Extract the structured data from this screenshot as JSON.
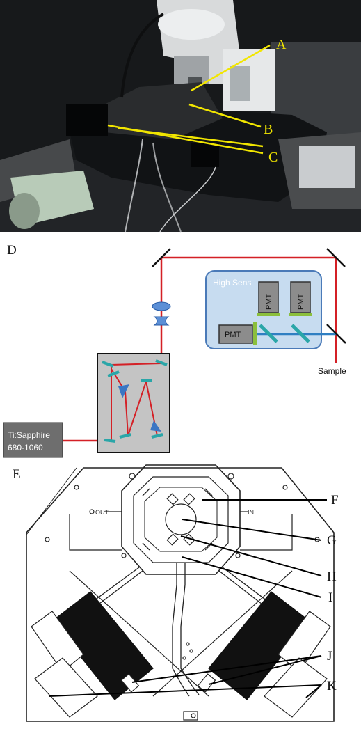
{
  "panels": {
    "photo": {
      "label": "",
      "callouts": [
        "A",
        "B",
        "C"
      ]
    },
    "schematic": {
      "label": "D",
      "detector_box_title": "High Sens",
      "pmt_label": "PMT",
      "laser_line1": "Ti:Sapphire",
      "laser_line2": "680-1060",
      "sample_label": "Sample",
      "colors": {
        "beam": "#d42026",
        "emission": "#2f7fc2",
        "detector_fill": "#c7dcf0",
        "detector_stroke": "#4a7ab8",
        "filter": "#8bbf3c",
        "prism": "#3a76c4"
      }
    },
    "drawing": {
      "label": "E",
      "callouts": [
        "F",
        "G",
        "H",
        "I",
        "J",
        "K"
      ],
      "port_out": "OUT",
      "port_in": "IN"
    }
  }
}
